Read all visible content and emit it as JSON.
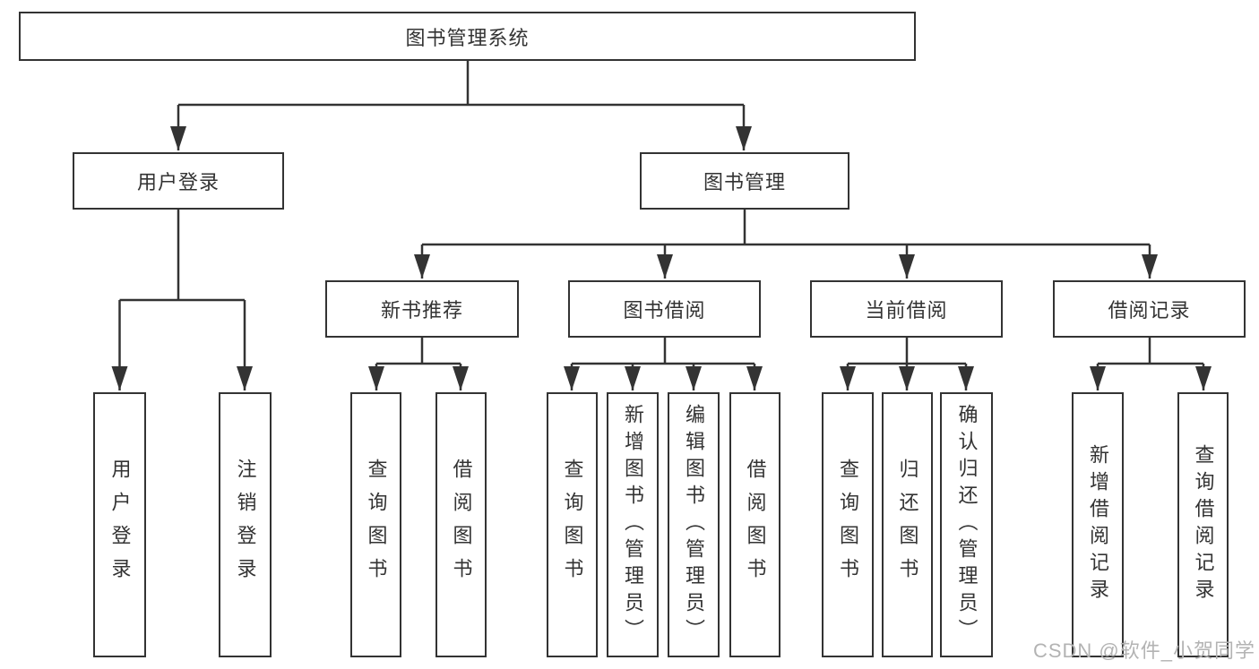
{
  "diagram": {
    "root": {
      "label": "图书管理系统"
    },
    "level2": [
      {
        "label": "用户登录"
      },
      {
        "label": "图书管理"
      }
    ],
    "level3": [
      {
        "label": "新书推荐"
      },
      {
        "label": "图书借阅"
      },
      {
        "label": "当前借阅"
      },
      {
        "label": "借阅记录"
      }
    ],
    "leaves": {
      "user_login": [
        {
          "label": "用户登录"
        },
        {
          "label": "注销登录"
        }
      ],
      "new_book": [
        {
          "label": "查询图书"
        },
        {
          "label": "借阅图书"
        }
      ],
      "borrowing": [
        {
          "label": "查询图书"
        },
        {
          "label": "新增图书（管理员）"
        },
        {
          "label": "编辑图书（管理员）"
        },
        {
          "label": "借阅图书"
        }
      ],
      "current": [
        {
          "label": "查询图书"
        },
        {
          "label": "归还图书"
        },
        {
          "label": "确认归还（管理员）"
        }
      ],
      "records": [
        {
          "label": "新增借阅记录"
        },
        {
          "label": "查询借阅记录"
        }
      ]
    }
  },
  "watermark": "CSDN @软件_小贺同学",
  "colors": {
    "line": "#333333",
    "text": "#333333",
    "watermark": "#b3b3b3",
    "background": "#ffffff"
  }
}
